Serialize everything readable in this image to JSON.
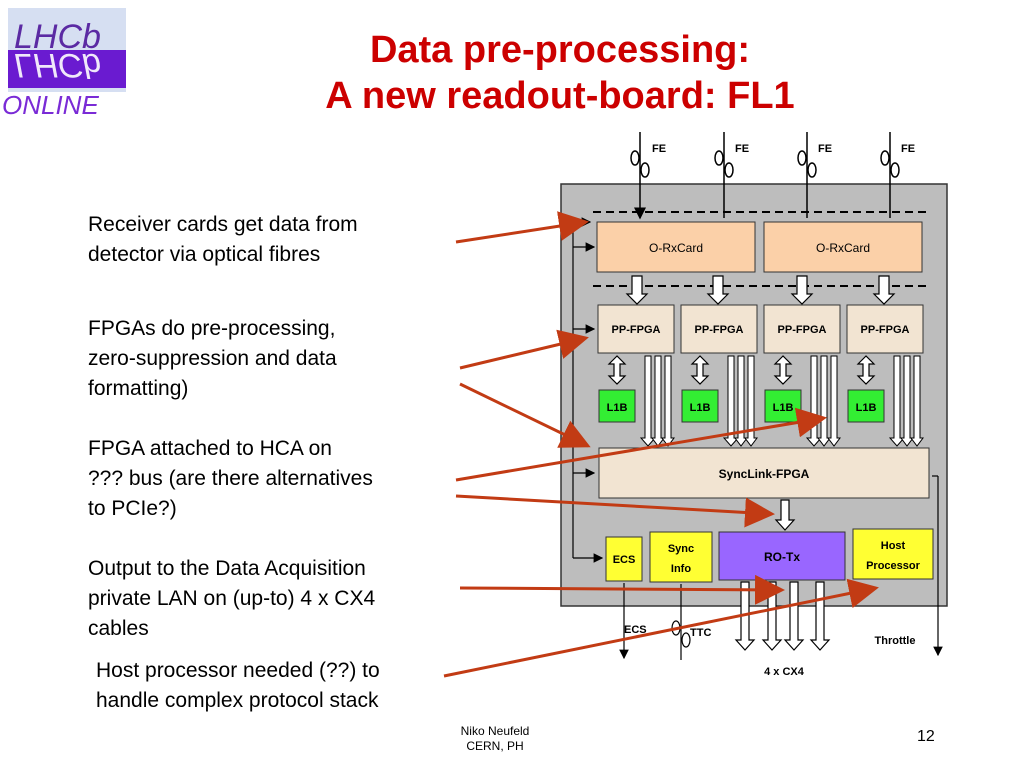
{
  "logo": {
    "text_main": "LHCb",
    "text_sub": "ONLINE"
  },
  "title": {
    "line1": "Data pre-processing:",
    "line2": "A new readout-board: FL1"
  },
  "bullets": [
    {
      "line1": "Receiver cards get data from",
      "line2": "detector via optical fibres"
    },
    {
      "line1": "FPGAs do pre-processing,",
      "line2": "zero-suppression and data",
      "line3": "formatting)"
    },
    {
      "line1": "FPGA attached to HCA  on",
      "line2": "??? bus (are there alternatives",
      "line3": "to PCIe?)"
    },
    {
      "line1": "Output to the Data Acquisition",
      "line2": "private LAN on (up-to) 4 x CX4",
      "line3": "cables"
    },
    {
      "line1": "Host processor needed (??) to",
      "line2": "handle complex protocol stack"
    }
  ],
  "diagram": {
    "fe_labels": [
      "FE",
      "FE",
      "FE",
      "FE"
    ],
    "rxcards": [
      "O-RxCard",
      "O-RxCard"
    ],
    "pp_fpgas": [
      "PP-FPGA",
      "PP-FPGA",
      "PP-FPGA",
      "PP-FPGA"
    ],
    "l1b": [
      "L1B",
      "L1B",
      "L1B",
      "L1B"
    ],
    "synclink": "SyncLink-FPGA",
    "ecs_box": "ECS",
    "sync_info_line1": "Sync",
    "sync_info_line2": "Info",
    "ro_tx": "RO-Tx",
    "host_line1": "Host",
    "host_line2": "Processor",
    "ecs_label": "ECS",
    "ttc_label": "TTC",
    "throttle_label": "Throttle",
    "cx4_label": "4 x CX4"
  },
  "footer": {
    "author": "Niko Neufeld",
    "affiliation": "CERN, PH",
    "page": "12"
  },
  "colors": {
    "title_red": "#cc0000",
    "arrow_red": "#c23b14",
    "board_gray": "#bdbdbd",
    "rxcard_fill": "#fbd0a8",
    "fpga_fill": "#f2e4d2",
    "l1b_green": "#33ee33",
    "sync_yellow": "#ffff33",
    "rotx_purple": "#9966ff"
  }
}
